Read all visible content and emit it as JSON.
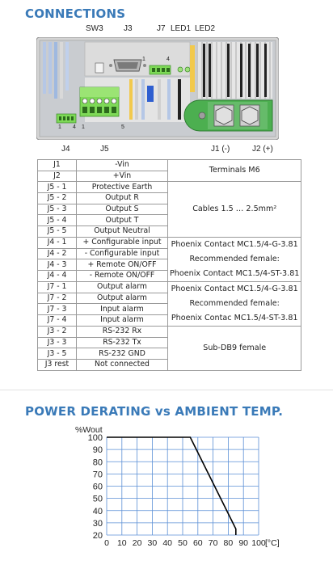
{
  "connections_title": "CONNECTIONS",
  "device_labels": {
    "sw3": "SW3",
    "j3": "J3",
    "j7": "J7",
    "led1": "LED1",
    "led2": "LED2",
    "j4": "J4",
    "j5": "J5",
    "j1": "J1 (-)",
    "j2": "J2 (+)",
    "j4_pin1": "1",
    "j4_pin4": "4",
    "j5_pin1": "1",
    "j5_pin5": "5",
    "j7_pin1": "1",
    "j7_pin4": "4"
  },
  "table": {
    "rows": [
      {
        "pin": "J1",
        "function": "-Vin"
      },
      {
        "pin": "J2",
        "function": "+Vin"
      },
      {
        "pin": "J5 - 1",
        "function": "Protective Earth"
      },
      {
        "pin": "J5 - 2",
        "function": "Output R"
      },
      {
        "pin": "J5 - 3",
        "function": "Output S"
      },
      {
        "pin": "J5 - 4",
        "function": "Output T"
      },
      {
        "pin": "J5 - 5",
        "function": "Output  Neutral"
      },
      {
        "pin": "J4 - 1",
        "function": "+ Configurable input"
      },
      {
        "pin": "J4 - 2",
        "function": "- Configurable input"
      },
      {
        "pin": "J4 - 3",
        "function": "+ Remote ON/OFF"
      },
      {
        "pin": "J4 - 4",
        "function": "- Remote ON/OFF"
      },
      {
        "pin": "J7 - 1",
        "function": "Output alarm"
      },
      {
        "pin": "J7 - 2",
        "function": "Output alarm"
      },
      {
        "pin": "J7 - 3",
        "function": "Input alarm"
      },
      {
        "pin": "J7 - 4",
        "function": "Input alarm"
      },
      {
        "pin": "J3 - 2",
        "function": "RS-232 Rx"
      },
      {
        "pin": "J3 - 3",
        "function": "RS-232 Tx"
      },
      {
        "pin": "J3 - 5",
        "function": "RS-232 GND"
      },
      {
        "pin": "J3 rest",
        "function": "Not connected"
      }
    ],
    "groups": [
      {
        "lines": [
          "Terminals M6"
        ]
      },
      {
        "lines": [
          "Cables 1.5 … 2.5mm²"
        ]
      },
      {
        "lines": [
          "Phoenix Contact MC1.5/4-G-3.81",
          "Recommended female:",
          "Phoenix Contact MC1.5/4-ST-3.81"
        ]
      },
      {
        "lines": [
          "Phoenix Contact MC1.5/4-G-3.81",
          "Recommended female:",
          "Phoenix Contac MC1.5/4-ST-3.81"
        ]
      },
      {
        "lines": [
          "Sub-DB9 female"
        ]
      }
    ]
  },
  "derating_title": "POWER DERATING vs AMBIENT TEMP.",
  "colors": {
    "title": "#3a7ab8",
    "grid": "#5b8fd6",
    "curve": "#000000",
    "connector_green": "#7ed957",
    "terminal_cover": "#4caf50"
  },
  "chart_data": {
    "type": "line",
    "title": "",
    "ylabel": "%Wout",
    "xlabel": "",
    "x_unit": "[°C]",
    "xlim": [
      0,
      100
    ],
    "ylim": [
      20,
      100
    ],
    "x_ticks": [
      "0",
      "10",
      "20",
      "30",
      "40",
      "50",
      "60",
      "70",
      "80",
      "90",
      "100"
    ],
    "y_ticks": [
      "100",
      "90",
      "80",
      "70",
      "60",
      "50",
      "40",
      "30",
      "20"
    ],
    "grid": true,
    "series": [
      {
        "x": [
          0,
          55,
          85,
          85
        ],
        "y": [
          100,
          100,
          25,
          20
        ]
      }
    ]
  }
}
